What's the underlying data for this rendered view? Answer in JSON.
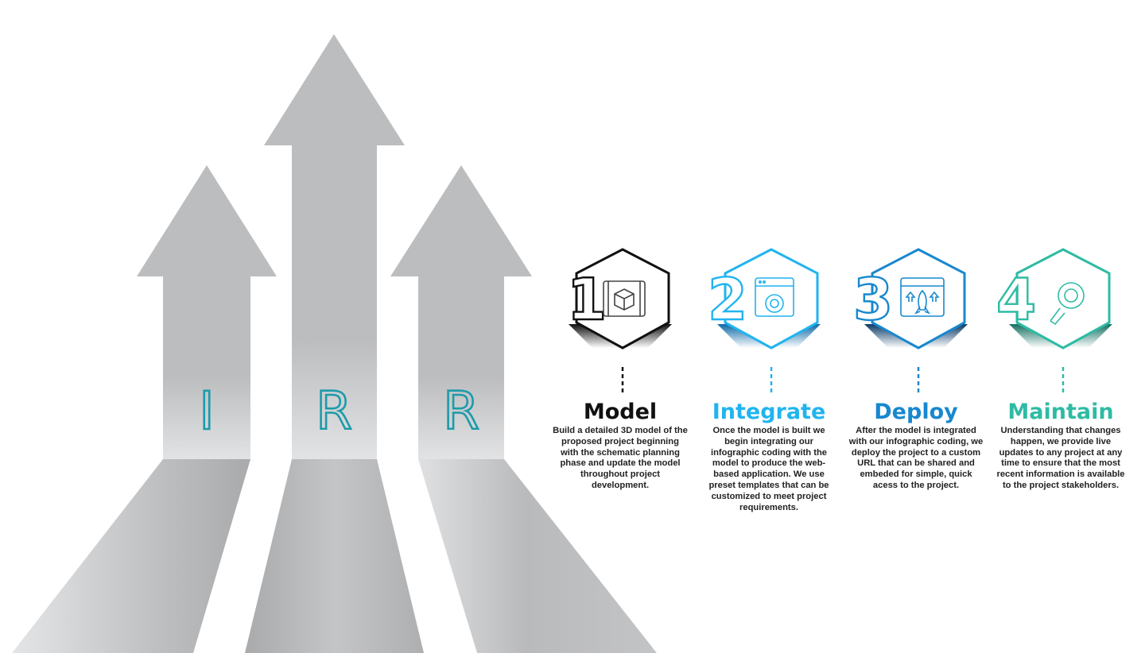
{
  "arrows": {
    "letters": [
      "I",
      "R",
      "R"
    ],
    "color": "#bcbdbf",
    "letter_color": "#1c9bab"
  },
  "steps": [
    {
      "number": "1",
      "title": "Model",
      "description": "Build a detailed 3D model of the proposed project beginning with the schematic planning phase and update the model throughout project development.",
      "icon": "blueprint-cube-icon",
      "color": "#111111"
    },
    {
      "number": "2",
      "title": "Integrate",
      "description": "Once the model is built we begin integrating our infographic coding with the model to produce the web-based application. We use preset templates that can be customized to meet project requirements.",
      "icon": "browser-gear-icon",
      "color": "#21b4ef"
    },
    {
      "number": "3",
      "title": "Deploy",
      "description": "After the model is integrated with our infographic coding, we deploy the project to a custom URL that can be shared and embeded for simple, quick acess to the project.",
      "icon": "browser-rocket-icon",
      "color": "#1888cf"
    },
    {
      "number": "4",
      "title": "Maintain",
      "description": "Understanding that changes happen, we provide live updates to any project at any time to ensure that the most recent information is available to the project stakeholders.",
      "icon": "gear-wrench-icon",
      "color": "#2ebba4"
    }
  ]
}
